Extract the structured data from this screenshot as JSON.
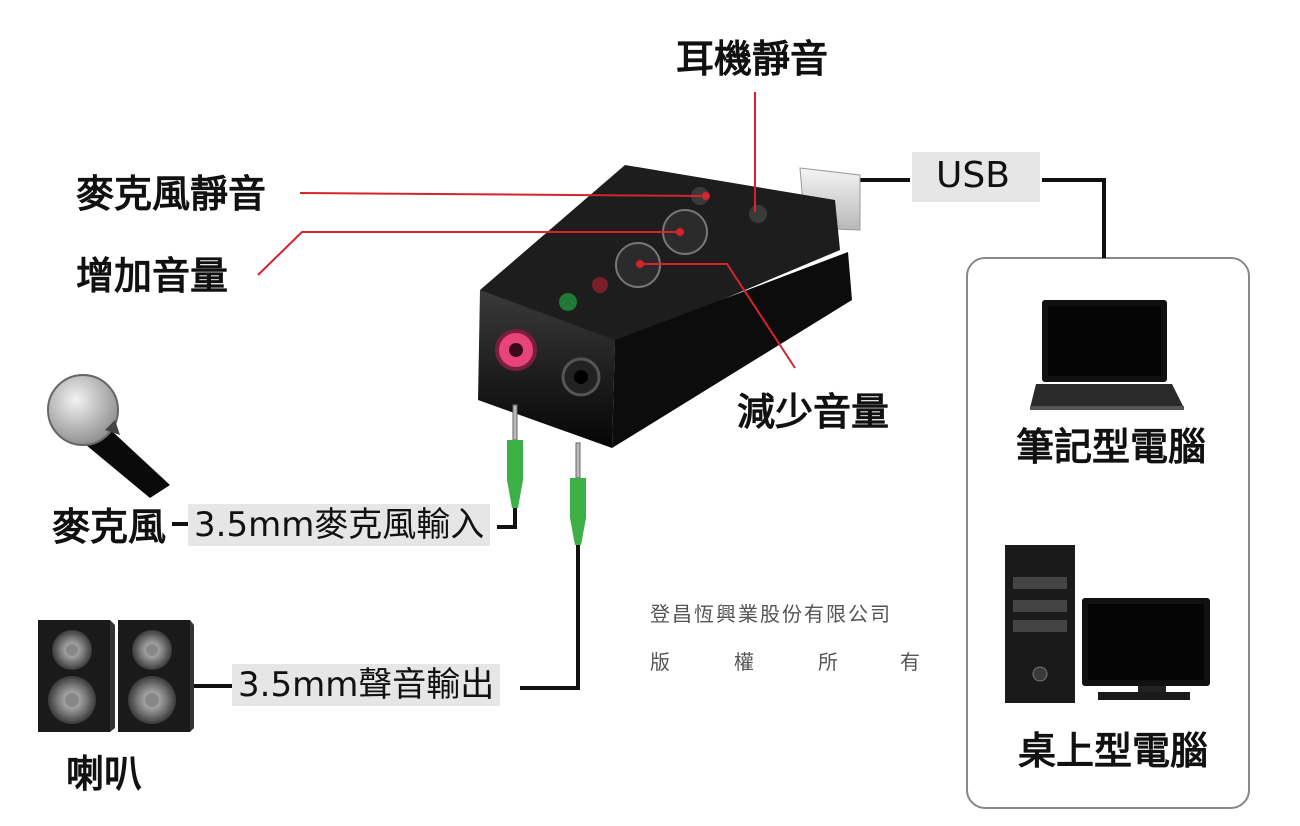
{
  "labels": {
    "headphone_mute": "耳機靜音",
    "mic_mute": "麥克風靜音",
    "vol_up": "增加音量",
    "vol_down": "減少音量",
    "usb": "USB",
    "laptop": "筆記型電腦",
    "desktop": "桌上型電腦",
    "microphone": "麥克風",
    "mic_input": "3.5mm麥克風輸入",
    "audio_output": "3.5mm聲音輸出",
    "speaker": "喇叭"
  },
  "copyright": {
    "company": "登昌恆興業股份有限公司",
    "rights": [
      "版",
      "權",
      "所",
      "有"
    ]
  },
  "colors": {
    "pointer_line": "#d4242e",
    "connector_line": "#111111",
    "label_box": "#e6e6e6",
    "plug_green": "#3cb045",
    "mic_jack": "#e8447a"
  },
  "icons": [
    "usb-sound-adapter",
    "laptop-icon",
    "desktop-pc-icon",
    "microphone-icon",
    "speaker-icon",
    "audio-plug-icon"
  ]
}
